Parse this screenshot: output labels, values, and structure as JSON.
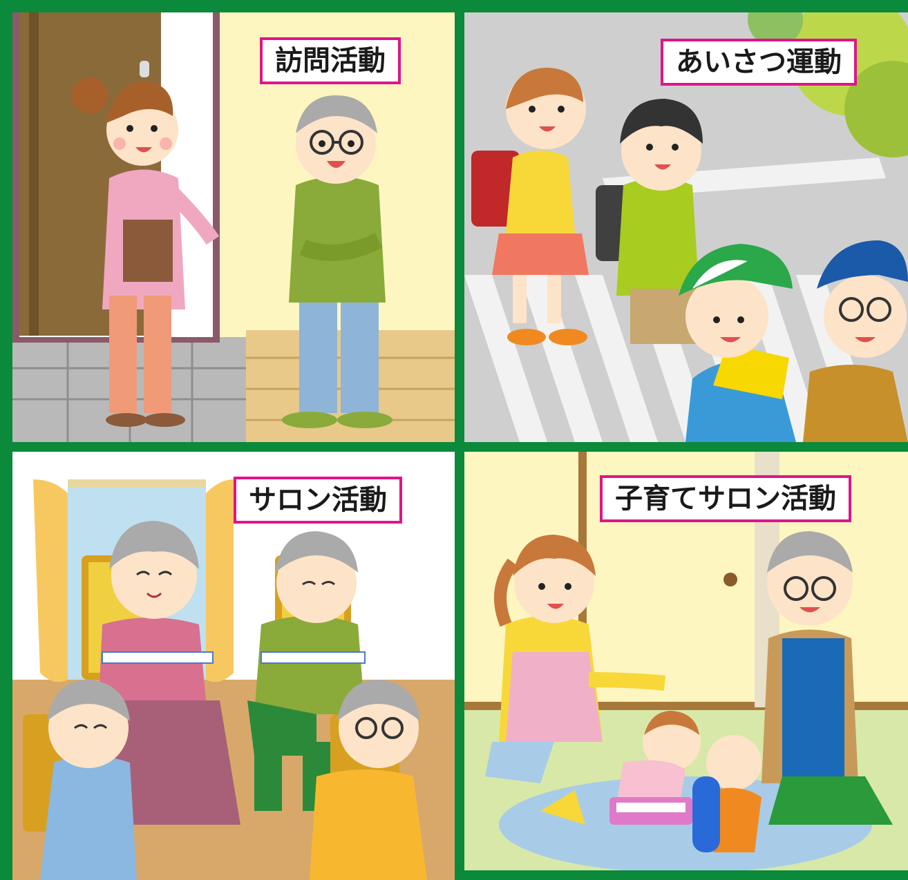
{
  "panels": {
    "top_left": {
      "label": "訪問活動"
    },
    "top_right": {
      "label": "あいさつ運動"
    },
    "bottom_left": {
      "label": "サロン活動"
    },
    "bottom_right": {
      "label": "子育てサロン活動"
    }
  },
  "colors": {
    "border": "#0a8a3a",
    "label_border": "#e0148a"
  }
}
